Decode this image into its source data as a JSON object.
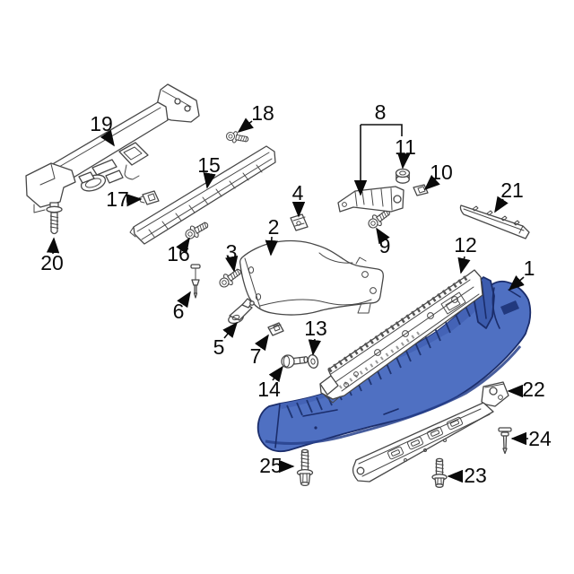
{
  "diagram": {
    "type": "exploded-parts-diagram",
    "subject": "rear bumper assembly",
    "colors": {
      "background": "#ffffff",
      "part_line": "#474747",
      "label_text": "#0a0a0a",
      "highlight_fill": "#4f70c2",
      "highlight_band": "#4463b6",
      "highlight_fin": "#3c5cae",
      "highlight_outline": "#1b2d6b",
      "highlight_shadow": "#27418c",
      "highlight_slot": "#22397e"
    },
    "callouts": [
      {
        "label": "1"
      },
      {
        "label": "2"
      },
      {
        "label": "3"
      },
      {
        "label": "4"
      },
      {
        "label": "5"
      },
      {
        "label": "6"
      },
      {
        "label": "7"
      },
      {
        "label": "8"
      },
      {
        "label": "9"
      },
      {
        "label": "10"
      },
      {
        "label": "11"
      },
      {
        "label": "12"
      },
      {
        "label": "13"
      },
      {
        "label": "14"
      },
      {
        "label": "15"
      },
      {
        "label": "16"
      },
      {
        "label": "17"
      },
      {
        "label": "18"
      },
      {
        "label": "19"
      },
      {
        "label": "20"
      },
      {
        "label": "21"
      },
      {
        "label": "22"
      },
      {
        "label": "23"
      },
      {
        "label": "24"
      },
      {
        "label": "25"
      }
    ]
  }
}
